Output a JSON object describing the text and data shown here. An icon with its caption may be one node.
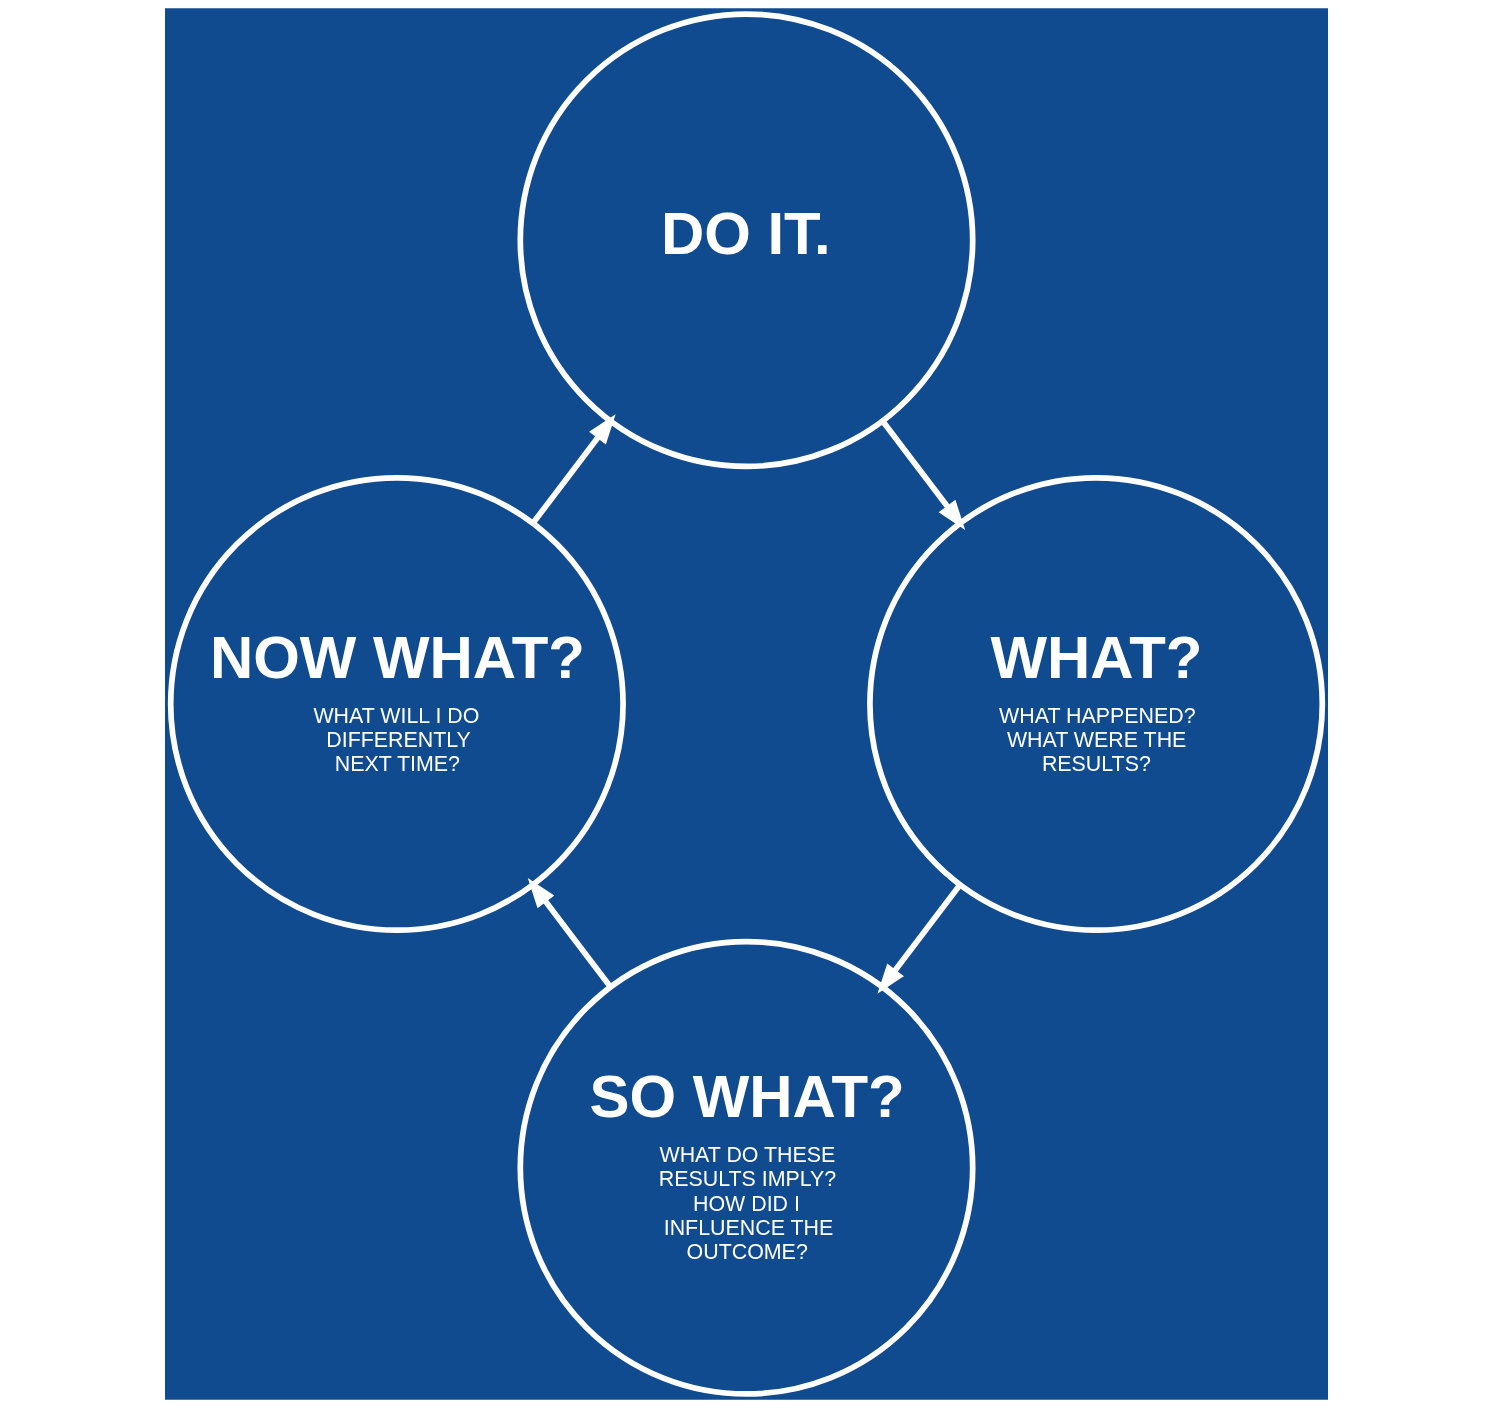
{
  "diagram": {
    "nodes": [
      {
        "text": [
          "DO IT."
        ]
      },
      {
        "text": [
          "NOW WHAT?",
          "WHAT WILL I DO DIFFERENTLY NEXT TIME?"
        ]
      },
      {
        "text": [
          "WHAT?",
          "WHAT HAPPENED? WHAT WERE THE RESULTS?"
        ]
      },
      {
        "text": [
          "SO WHAT?",
          "WHAT DO THESE RESULTS IMPLY? HOW DID I INFLUENCE THE OUTCOME?"
        ]
      }
    ],
    "edges": [
      {
        "from": 0,
        "to": 2,
        "arrow": "to"
      },
      {
        "from": 2,
        "to": 3,
        "arrow": "to"
      },
      {
        "from": 3,
        "to": 1,
        "arrow": "to"
      },
      {
        "from": 1,
        "to": 0,
        "arrow": "to"
      }
    ]
  }
}
